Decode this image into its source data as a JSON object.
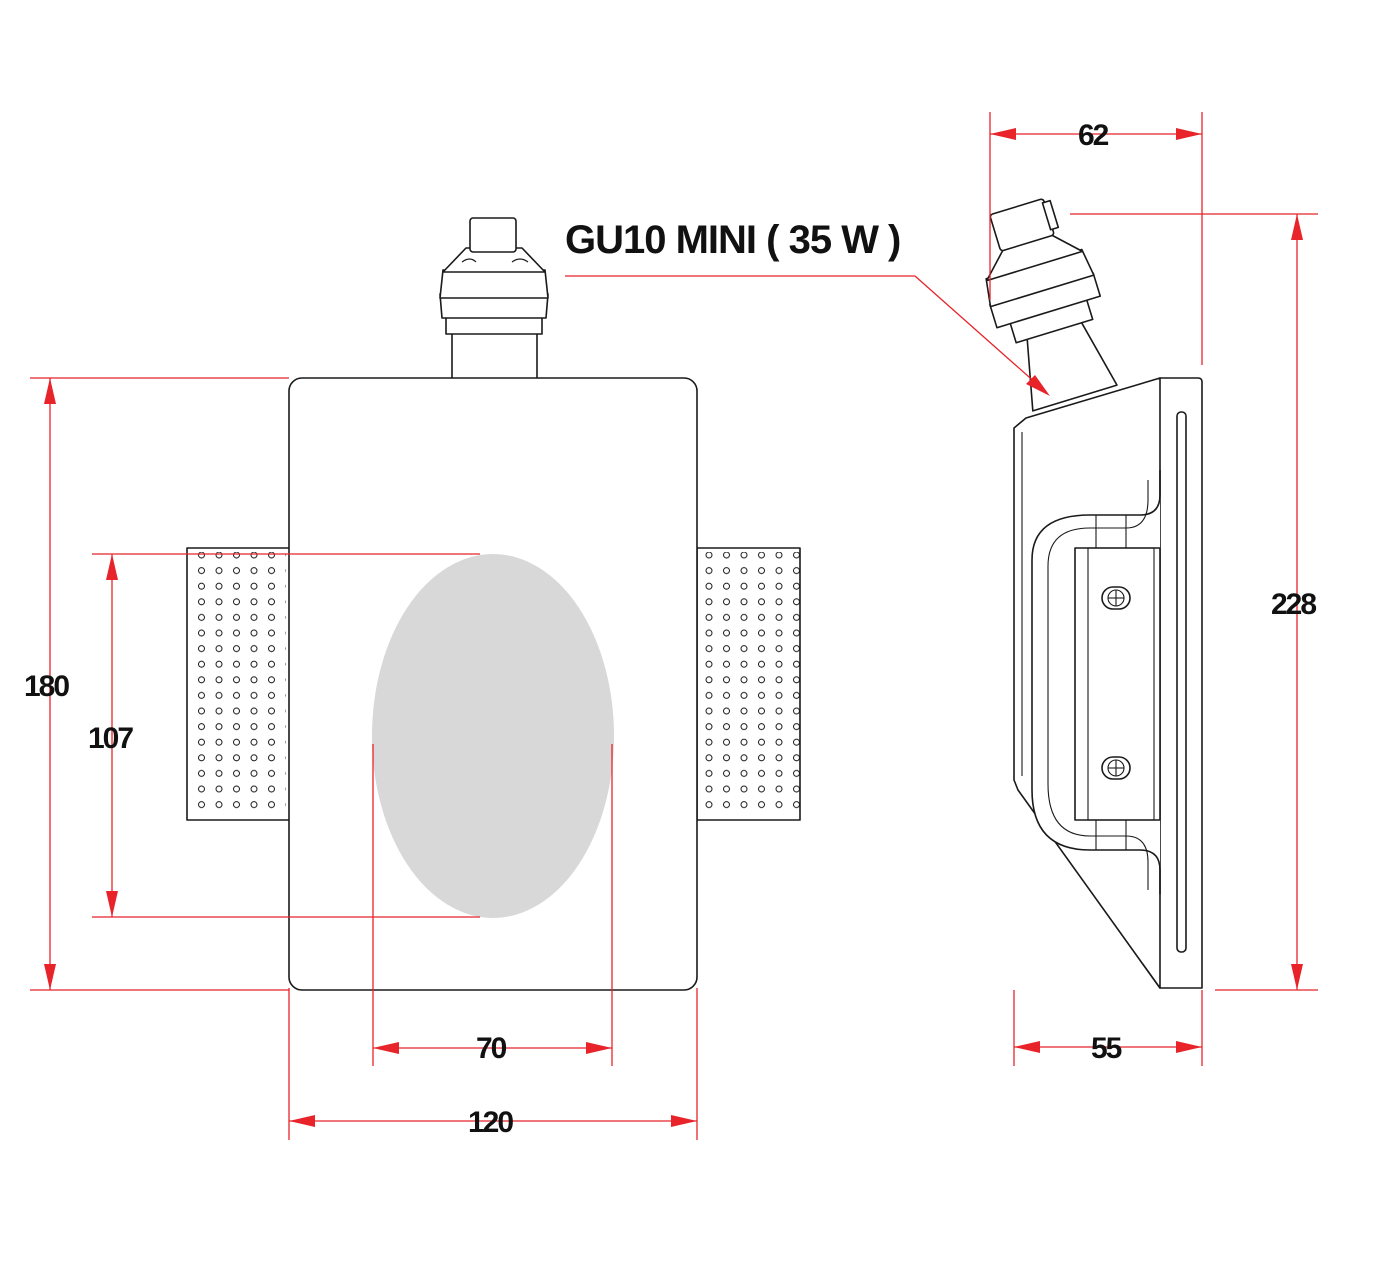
{
  "label": {
    "lamp_type": "GU10 MINI ( 35 W )"
  },
  "dimensions": {
    "front_total_height": "180",
    "front_opening_height": "107",
    "front_opening_width": "70",
    "front_total_width": "120",
    "side_top_depth": "62",
    "side_total_height": "228",
    "side_bottom_depth": "55"
  },
  "colors": {
    "dimension_lines": "#e8232a",
    "outline": "#1a1a1a",
    "lens_fill": "#d8d8d8"
  }
}
